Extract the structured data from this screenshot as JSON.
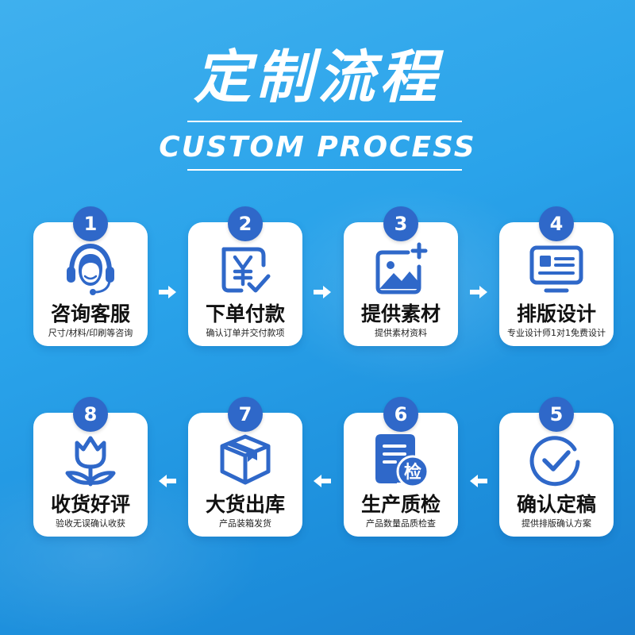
{
  "header": {
    "title": "定制流程",
    "subtitle": "CUSTOM PROCESS"
  },
  "colors": {
    "accent": "#2f68c9",
    "card": "#ffffff",
    "background": "#2aa3ea"
  },
  "steps": [
    {
      "number": "1",
      "label": "咨询客服",
      "desc": "尺寸/材料/印刷等咨询",
      "icon": "customer-service-icon"
    },
    {
      "number": "2",
      "label": "下单付款",
      "desc": "确认订单并交付款项",
      "icon": "payment-icon"
    },
    {
      "number": "3",
      "label": "提供素材",
      "desc": "提供素材资料",
      "icon": "image-upload-icon"
    },
    {
      "number": "4",
      "label": "排版设计",
      "desc": "专业设计师1对1免费设计",
      "icon": "design-monitor-icon"
    },
    {
      "number": "5",
      "label": "确认定稿",
      "desc": "提供排版确认方案",
      "icon": "check-circle-icon"
    },
    {
      "number": "6",
      "label": "生产质检",
      "desc": "产品数量品质检查",
      "icon": "quality-inspection-icon",
      "badge": "检"
    },
    {
      "number": "7",
      "label": "大货出库",
      "desc": "产品装箱发货",
      "icon": "package-box-icon"
    },
    {
      "number": "8",
      "label": "收货好评",
      "desc": "验收无误确认收获",
      "icon": "flower-icon"
    }
  ]
}
